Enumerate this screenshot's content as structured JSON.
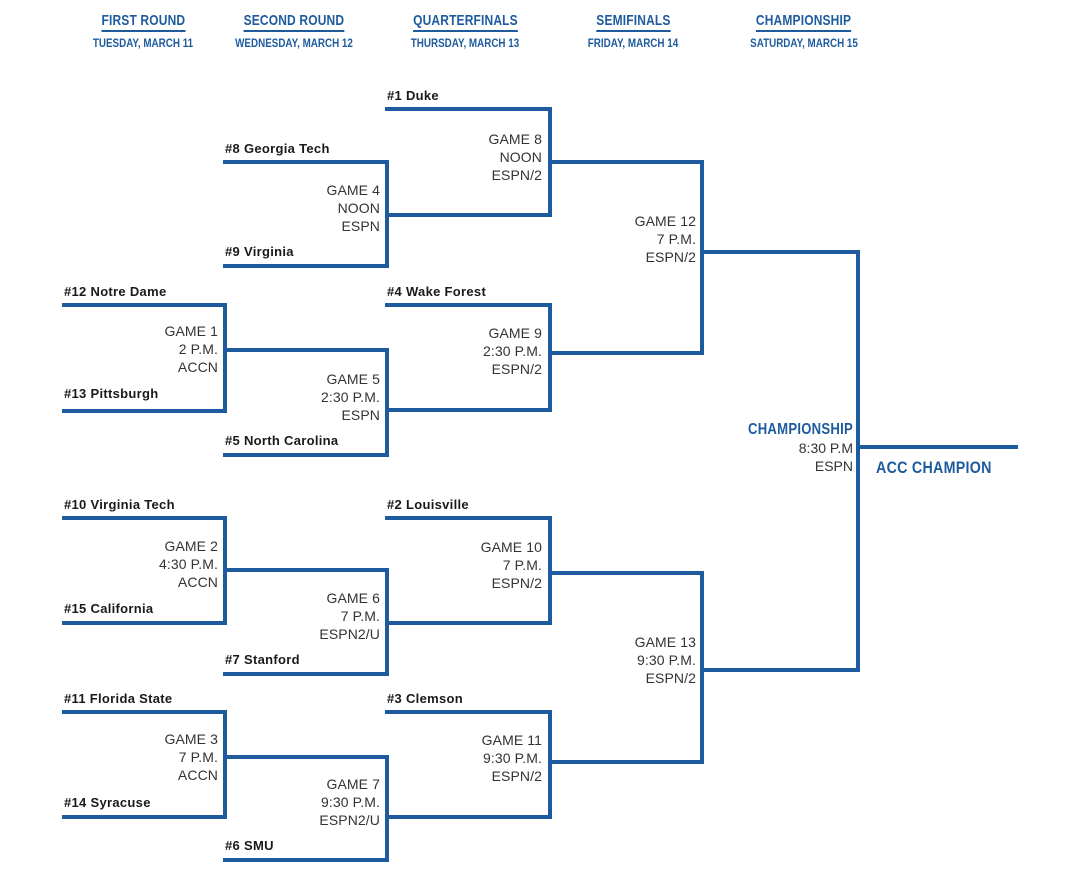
{
  "rounds": [
    {
      "name": "FIRST ROUND",
      "date": "TUESDAY, MARCH 11"
    },
    {
      "name": "SECOND ROUND",
      "date": "WEDNESDAY, MARCH 12"
    },
    {
      "name": "QUARTERFINALS",
      "date": "THURSDAY, MARCH 13"
    },
    {
      "name": "SEMIFINALS",
      "date": "FRIDAY, MARCH 14"
    },
    {
      "name": "CHAMPIONSHIP",
      "date": "SATURDAY, MARCH 15"
    }
  ],
  "teams": {
    "duke": "#1 Duke",
    "georgia_tech": "#8 Georgia Tech",
    "virginia": "#9 Virginia",
    "notre_dame": "#12 Notre Dame",
    "pittsburgh": "#13 Pittsburgh",
    "wake_forest": "#4 Wake Forest",
    "north_carolina": "#5 North Carolina",
    "virginia_tech": "#10 Virginia Tech",
    "california": "#15 California",
    "stanford": "#7 Stanford",
    "louisville": "#2 Louisville",
    "florida_state": "#11 Florida State",
    "syracuse": "#14 Syracuse",
    "smu": "#6 SMU",
    "clemson": "#3 Clemson"
  },
  "games": {
    "g1": {
      "name": "GAME 1",
      "time": "2 P.M.",
      "network": "ACCN"
    },
    "g2": {
      "name": "GAME 2",
      "time": "4:30 P.M.",
      "network": "ACCN"
    },
    "g3": {
      "name": "GAME 3",
      "time": "7 P.M.",
      "network": "ACCN"
    },
    "g4": {
      "name": "GAME 4",
      "time": "NOON",
      "network": "ESPN"
    },
    "g5": {
      "name": "GAME 5",
      "time": "2:30 P.M.",
      "network": "ESPN"
    },
    "g6": {
      "name": "GAME 6",
      "time": "7 P.M.",
      "network": "ESPN2/U"
    },
    "g7": {
      "name": "GAME 7",
      "time": "9:30 P.M.",
      "network": "ESPN2/U"
    },
    "g8": {
      "name": "GAME 8",
      "time": "NOON",
      "network": "ESPN/2"
    },
    "g9": {
      "name": "GAME 9",
      "time": "2:30 P.M.",
      "network": "ESPN/2"
    },
    "g10": {
      "name": "GAME 10",
      "time": "7 P.M.",
      "network": "ESPN/2"
    },
    "g11": {
      "name": "GAME 11",
      "time": "9:30 P.M.",
      "network": "ESPN/2"
    },
    "g12": {
      "name": "GAME 12",
      "time": "7 P.M.",
      "network": "ESPN/2"
    },
    "g13": {
      "name": "GAME 13",
      "time": "9:30 P.M.",
      "network": "ESPN/2"
    },
    "final": {
      "name": "CHAMPIONSHIP",
      "time": "8:30 P.M",
      "network": "ESPN"
    }
  },
  "winner_label": "ACC CHAMPION",
  "colors": {
    "line": "#1d5b9e",
    "accent": "#1d5b9e",
    "team_text": "#1a1a1a",
    "game_text": "#333333",
    "background": "#ffffff"
  }
}
